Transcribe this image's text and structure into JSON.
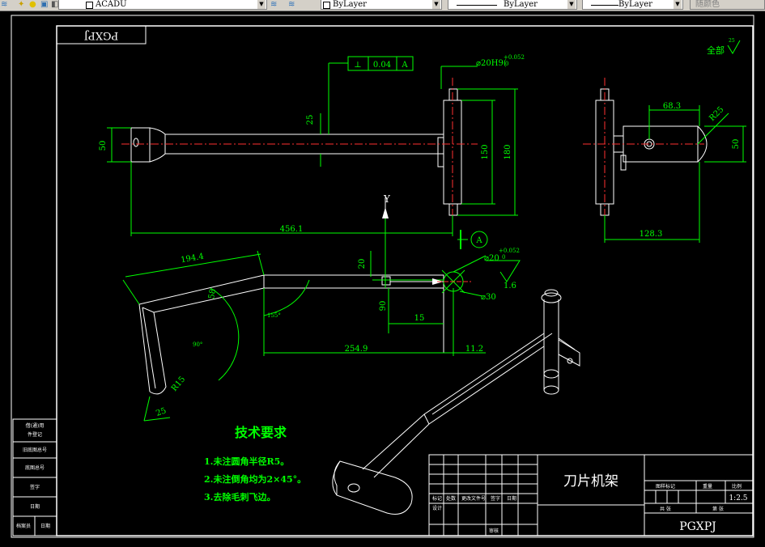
{
  "toolbar": {
    "layer_name": "ACADU",
    "color_control": "ByLayer",
    "linetype_control": "ByLayer",
    "lineweight_control": "ByLayer",
    "plotstyle_control": "随颜色"
  },
  "drawing": {
    "part_code_mirrored": "PGXPJ",
    "part_code": "PGXPJ",
    "title": "刀片机架",
    "roughness_note": "全部",
    "roughness_value": "25",
    "scale": "1:2.5",
    "tech_heading": "技术要求",
    "tech_notes": [
      "1.未注圆角半径R5。",
      "2.未注倒角均为2×45°。",
      "3.去除毛刺飞边。"
    ],
    "axis_y": "Y",
    "datum_a": "A",
    "tolerance_symbol": "⊥",
    "tolerance_value": "0.04",
    "dims": {
      "dim_50_left": "50",
      "dim_25": "25",
      "dim_150": "150",
      "dim_180": "180",
      "dim_456": "456.1",
      "dim_bore": "⌀20H9(",
      "dim_bore_tol_upper": "+0.052",
      "dim_bore_tol_lower": "0",
      "dim_68": "68.3",
      "dim_r25": "R25",
      "dim_50_right": "50",
      "dim_128": "128.3",
      "dim_194": "194.4",
      "dim_58": "58",
      "dim_r15": "R15",
      "dim_25_bottom": "25",
      "dim_20_vert": "20",
      "dim_90": "90",
      "dim_15": "15",
      "dim_254": "254.9",
      "dim_11": "11.2",
      "dim_phi20": "⌀20",
      "dim_phi20_tol_upper": "+0.052",
      "dim_phi20_tol_lower": "0",
      "dim_phi30": "⌀30",
      "dim_16": "1.6",
      "angle_a": "155°",
      "angle_b": "90°"
    },
    "title_block": {
      "h1": "标记",
      "h2": "处数",
      "h3": "更改文件号",
      "h4": "签字",
      "h5": "日期",
      "design": "设计",
      "review": "审核",
      "stage": "图样标记",
      "weight": "重量",
      "scale_label": "比例",
      "sheet_total": "共 张",
      "sheet_no": "第 张"
    },
    "side_block": [
      "借(通)用",
      "件登记",
      "旧底图总号",
      "底图总号",
      "签字",
      "日期",
      "档案员",
      "日期"
    ]
  }
}
